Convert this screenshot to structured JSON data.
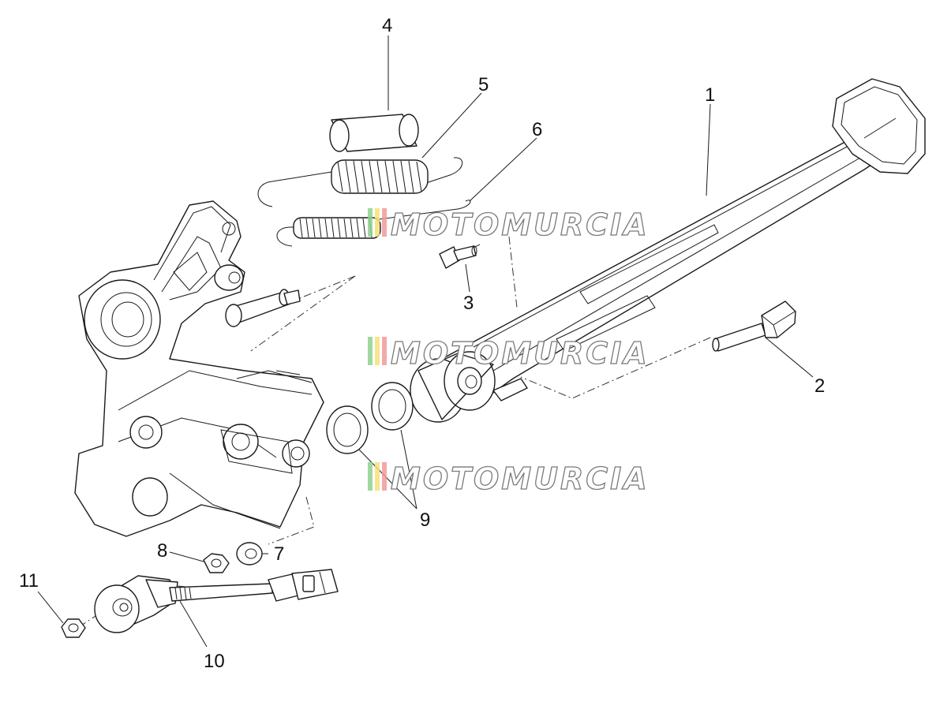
{
  "watermark": {
    "text": "MOTOMURCIA",
    "colors": [
      "#8fd18f",
      "#f3e27a",
      "#f29a9a"
    ]
  },
  "callouts": {
    "c1": "1",
    "c2": "2",
    "c3": "3",
    "c4": "4",
    "c5": "5",
    "c6": "6",
    "c7": "7",
    "c8": "8",
    "c9": "9",
    "c10": "10",
    "c11": "11"
  }
}
